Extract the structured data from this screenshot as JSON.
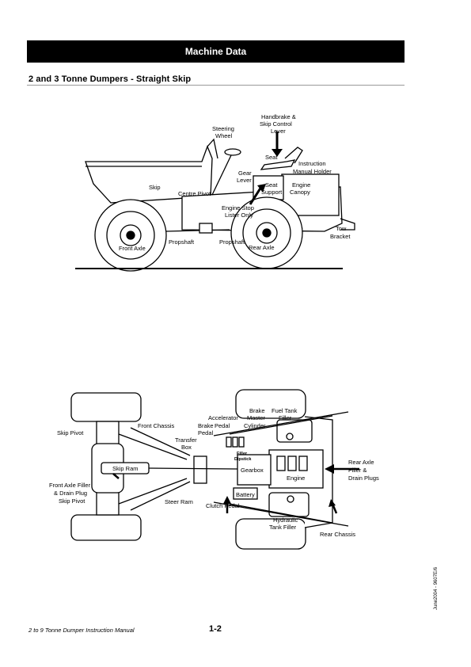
{
  "header": {
    "banner": "Machine Data"
  },
  "section": {
    "title": "2 and 3 Tonne Dumpers - Straight Skip"
  },
  "side_view": {
    "labels": {
      "handbrake_1": "Handbrake &",
      "handbrake_2": "Skip Control",
      "handbrake_3": "Lever",
      "steering_1": "Steering",
      "steering_2": "Wheel",
      "seat": "Seat",
      "instruction_1": "Instruction",
      "instruction_2": "Manual Holder",
      "gear_1": "Gear",
      "gear_2": "Lever",
      "seat_support_1": "Seat",
      "seat_support_2": "Support",
      "engine_canopy_1": "Engine",
      "engine_canopy_2": "Canopy",
      "skip": "Skip",
      "centre_pivot": "Centre Pivot",
      "engine_stop_1": "Engine Stop",
      "engine_stop_2": "Lister Only",
      "tow_1": "Tow",
      "tow_2": "Bracket",
      "front_axle": "Front Axle",
      "propshaft_1": "Propshaft",
      "propshaft_2": "Propshaft",
      "rear_axle": "Rear Axle"
    }
  },
  "top_view": {
    "labels": {
      "brake_master_1": "Brake",
      "brake_master_2": "Master",
      "brake_master_3": "Cylinder",
      "fuel_tank_1": "Fuel Tank",
      "fuel_tank_2": "Filler",
      "accelerator_1": "Accelerator",
      "accelerator_2": "Pedal",
      "brake_pedal_1": "Brake",
      "brake_pedal_2": "Pedal",
      "front_chassis": "Front Chassis",
      "skip_pivot_top": "Skip Pivot",
      "transfer_1": "Transfer",
      "transfer_2": "Box",
      "filler": "Filler",
      "dipstick": "Dipstick",
      "skip_ram": "Skip Ram",
      "gearbox": "Gearbox",
      "engine": "Engine",
      "rear_axle_1": "Rear Axle",
      "rear_axle_2": "Filler &",
      "rear_axle_3": "Drain Plugs",
      "front_axle_1": "Front Axle Filler",
      "front_axle_2": "& Drain Plug",
      "skip_pivot_bottom": "Skip Pivot",
      "battery": "Battery",
      "steer_ram": "Steer Ram",
      "clutch_pedal": "Clutch Pedal",
      "hydraulic_1": "Hydraulic",
      "hydraulic_2": "Tank Filler",
      "rear_chassis": "Rear Chassis"
    }
  },
  "footer": {
    "manual_title": "2 to 9 Tonne Dumper Instruction Manual",
    "page_number": "1-2",
    "doc_code": "June2004 - 9607E/6"
  }
}
